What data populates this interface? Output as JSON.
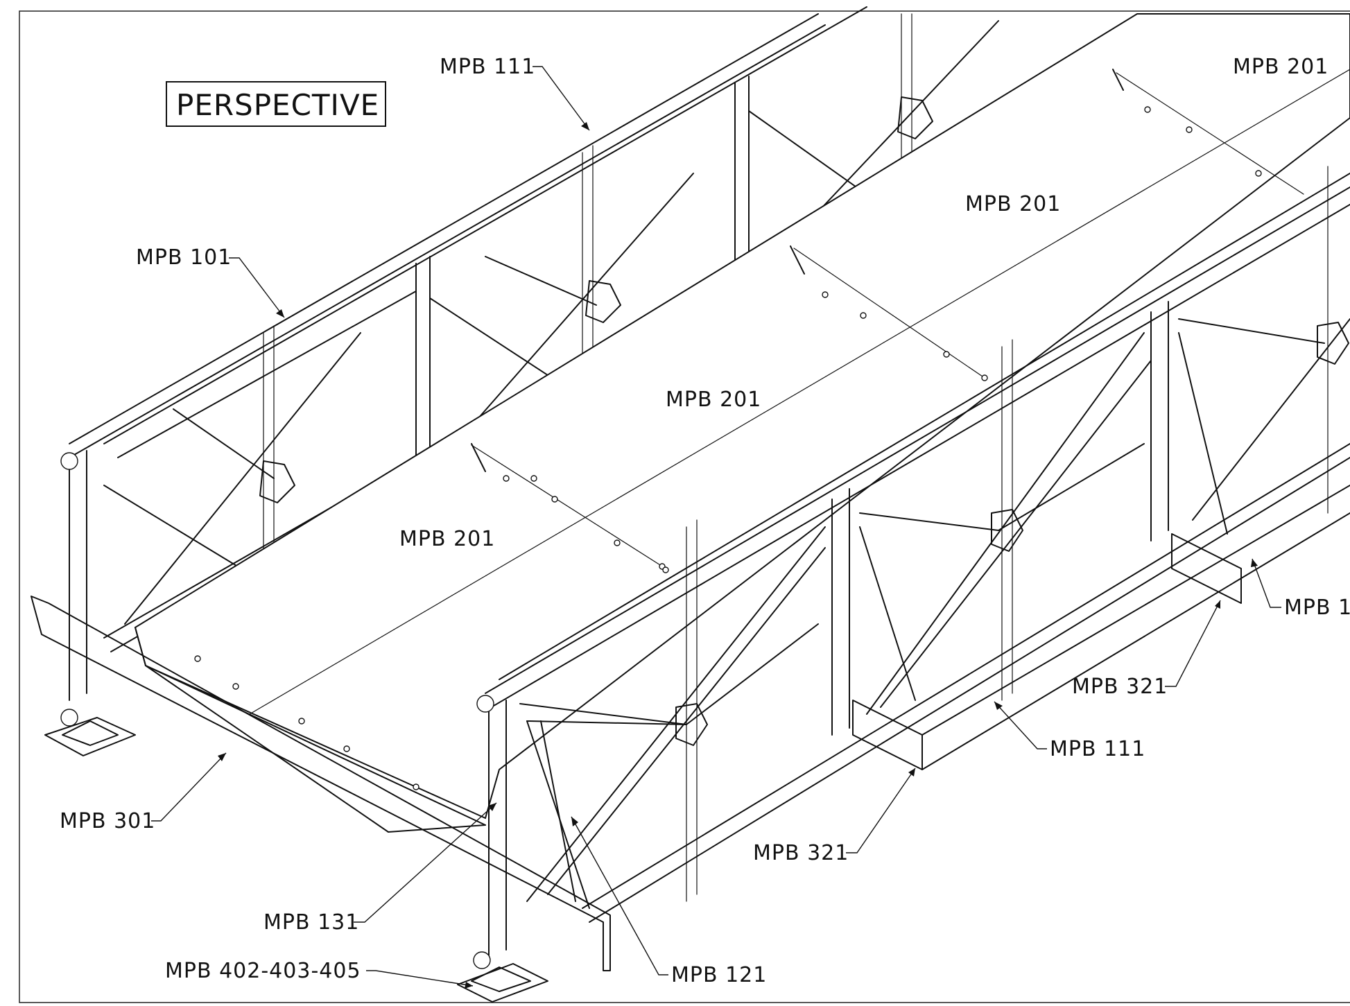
{
  "title": "PERSPECTIVE",
  "callouts": [
    {
      "id": "mpb-111-top",
      "text": "MPB 111"
    },
    {
      "id": "mpb-201-top",
      "text": "MPB 201"
    },
    {
      "id": "mpb-201-b",
      "text": "MPB 201"
    },
    {
      "id": "mpb-201-c",
      "text": "MPB 201"
    },
    {
      "id": "mpb-201-d",
      "text": "MPB 201"
    },
    {
      "id": "mpb-101",
      "text": "MPB 101"
    },
    {
      "id": "mpb-1-right",
      "text": "MPB 1"
    },
    {
      "id": "mpb-321-right",
      "text": "MPB 321"
    },
    {
      "id": "mpb-111-right",
      "text": "MPB 111"
    },
    {
      "id": "mpb-301",
      "text": "MPB 301"
    },
    {
      "id": "mpb-321-mid",
      "text": "MPB 321"
    },
    {
      "id": "mpb-131",
      "text": "MPB 131"
    },
    {
      "id": "mpb-402",
      "text": "MPB 402-403-405"
    },
    {
      "id": "mpb-121",
      "text": "MPB 121"
    }
  ]
}
